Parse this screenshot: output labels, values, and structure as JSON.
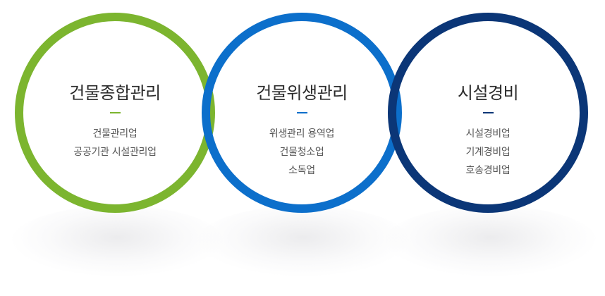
{
  "colors": {
    "green": "#7cb52f",
    "blue": "#0c6fcb",
    "navy": "#0b3677"
  },
  "circles": [
    {
      "title": "건물종합관리",
      "items": [
        "건물관리업",
        "공공기관 시설관리업"
      ]
    },
    {
      "title": "건물위생관리",
      "items": [
        "위생관리 용역업",
        "건물청소업",
        "소독업"
      ]
    },
    {
      "title": "시설경비",
      "items": [
        "시설경비업",
        "기계경비업",
        "호송경비업"
      ]
    }
  ]
}
